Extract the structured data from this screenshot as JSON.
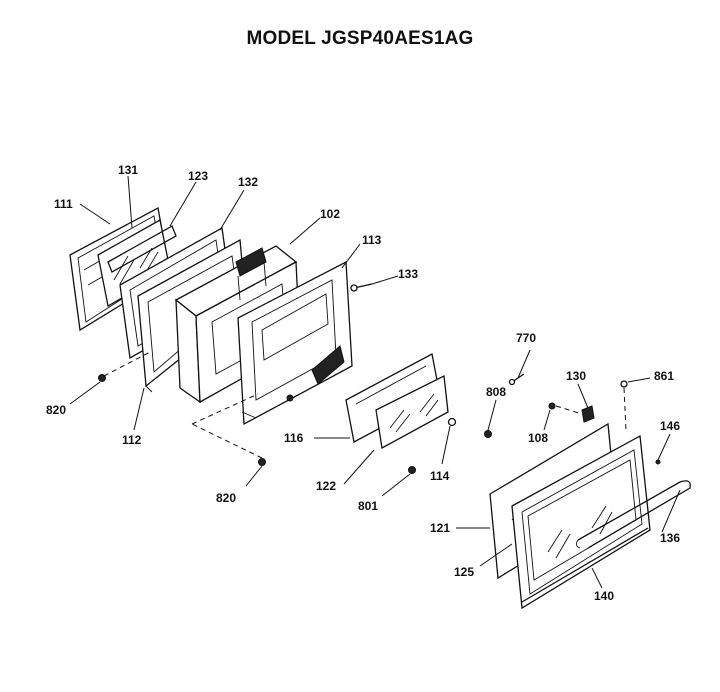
{
  "title": "MODEL JGSP40AES1AG",
  "parts": {
    "p111": "111",
    "p131": "131",
    "p123": "123",
    "p132": "132",
    "p102": "102",
    "p113": "113",
    "p133": "133",
    "p820a": "820",
    "p112": "112",
    "p116": "116",
    "p820b": "820",
    "p122": "122",
    "p801": "801",
    "p114": "114",
    "p808": "808",
    "p770": "770",
    "p108": "108",
    "p130": "130",
    "p861": "861",
    "p146": "146",
    "p121": "121",
    "p125": "125",
    "p140": "140",
    "p136": "136"
  }
}
